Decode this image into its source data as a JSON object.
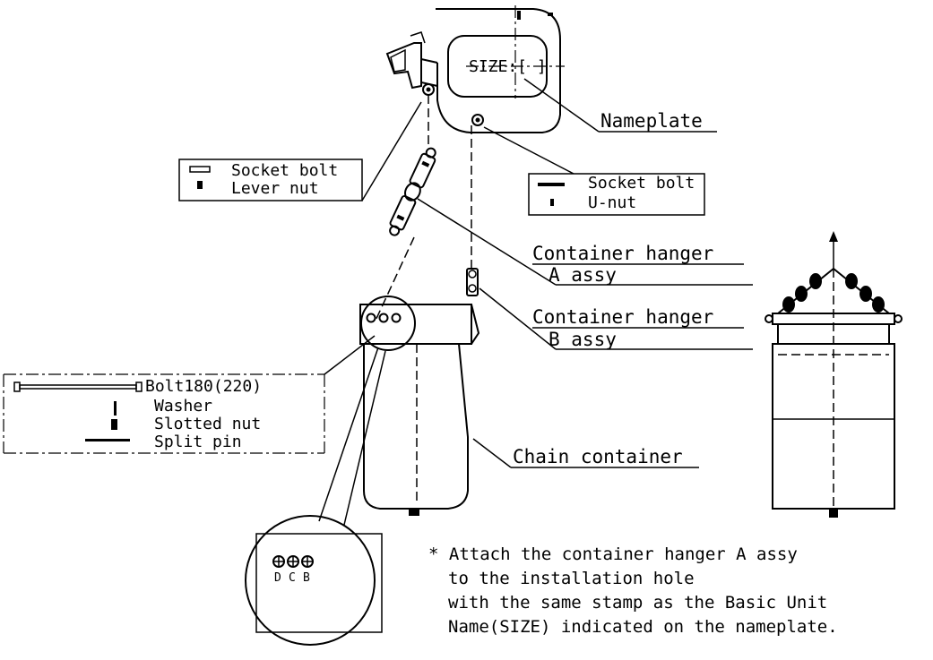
{
  "nameplate": {
    "size_text": "SIZE:[ ]",
    "label": "Nameplate"
  },
  "parts_left_top": {
    "items": [
      "Socket bolt",
      "Lever nut"
    ]
  },
  "parts_right_top": {
    "items": [
      "Socket bolt",
      "U-nut"
    ]
  },
  "hanger_a": {
    "line1": "Container hanger",
    "line2": "A assy"
  },
  "hanger_b": {
    "line1": "Container hanger",
    "line2": "B assy"
  },
  "parts_left_mid": {
    "items": [
      "Bolt180(220)",
      "Washer",
      "Slotted nut",
      "Split pin"
    ]
  },
  "chain_container": {
    "label": "Chain container"
  },
  "detail": {
    "hole_labels": [
      "D",
      "C",
      "B"
    ]
  },
  "note": {
    "lines": [
      "* Attach the container hanger A assy",
      "to the installation hole",
      "with the same stamp as the Basic Unit",
      "Name(SIZE) indicated on the nameplate."
    ]
  }
}
